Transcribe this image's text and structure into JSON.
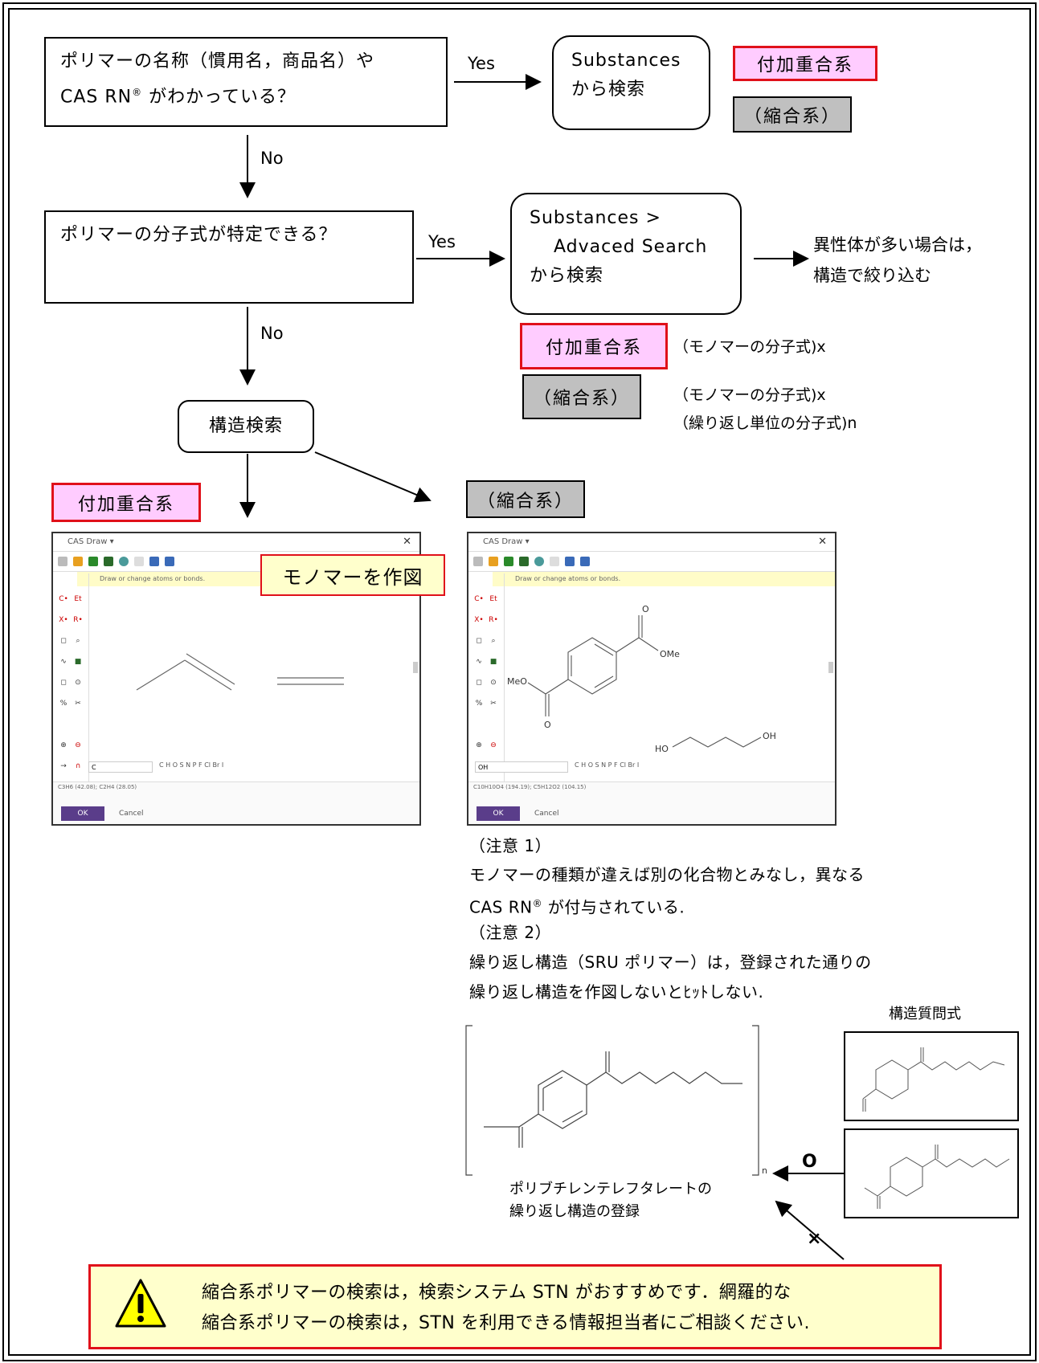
{
  "q1": {
    "line1": "ポリマーの名称（慣用名，商品名）や",
    "line2_pre": "CAS RN",
    "line2_sup": "®",
    "line2_post": " がわかっている？"
  },
  "r1": {
    "line1": "Substances",
    "line2": "から検索"
  },
  "yes_label": "Yes",
  "no_label": "No",
  "tag_addition": "付加重合系",
  "tag_condensation": "（縮合系）",
  "q2": {
    "text": "ポリマーの分子式が特定できる？"
  },
  "r2": {
    "line1": "Substances >",
    "line2": "Advaced Search",
    "line3": "から検索"
  },
  "isomer_note": {
    "line1": "異性体が多い場合は，",
    "line2": "構造で絞り込む"
  },
  "formula_notes": {
    "addition": "（モノマーの分子式)x",
    "cond_line1": "（モノマーの分子式)x",
    "cond_line2": "（繰り返し単位の分子式)n"
  },
  "structure_search": "構造検索",
  "callout": "モノマーを作図",
  "cas_draw": {
    "title": "CAS Draw",
    "hint": "Draw or change atoms or bonds.",
    "ok": "OK",
    "cancel": "Cancel",
    "atoms": "C H O S N P F Cl Br I",
    "left_formula": "C3H6 (42.08); C2H4 (28.05)",
    "right_formula": "C10H10O4 (194.19); C5H12O2 (104.15)",
    "left_input": "C",
    "right_input": "OH",
    "labels": {
      "ome": "OMe",
      "meo": "MeO",
      "o": "O",
      "oh": "OH",
      "ho": "HO"
    }
  },
  "notes": {
    "n1_title": "（注意  1）",
    "n1_line1": "モノマーの種類が違えば別の化合物とみなし，異なる",
    "n1_line2_pre": "CAS RN",
    "n1_line2_sup": "®",
    "n1_line2_post": " が付与されている.",
    "n2_title": "（注意  2）",
    "n2_line1": "繰り返し構造（SRU ポリマー）は，登録された通りの",
    "n2_line2": "繰り返し構造を作図しないとﾋｯﾄしない."
  },
  "query_label": "構造質問式",
  "match_yes": "O",
  "match_no": "×",
  "sru_subscript": "n",
  "pbt_caption": {
    "line1": "ポリブチレンテレフタレートの",
    "line2": "繰り返し構造の登録"
  },
  "warning": {
    "line1": "縮合系ポリマーの検索は，検索システム STN がおすすめです．網羅的な",
    "line2": "縮合系ポリマーの検索は，STN を利用できる情報担当者にご相談ください."
  },
  "colors": {
    "pink": "#ffccff",
    "red": "#e0101a",
    "gray": "#c0c0c0",
    "yellow": "#ffffcc",
    "purple": "#5a3d8a"
  }
}
